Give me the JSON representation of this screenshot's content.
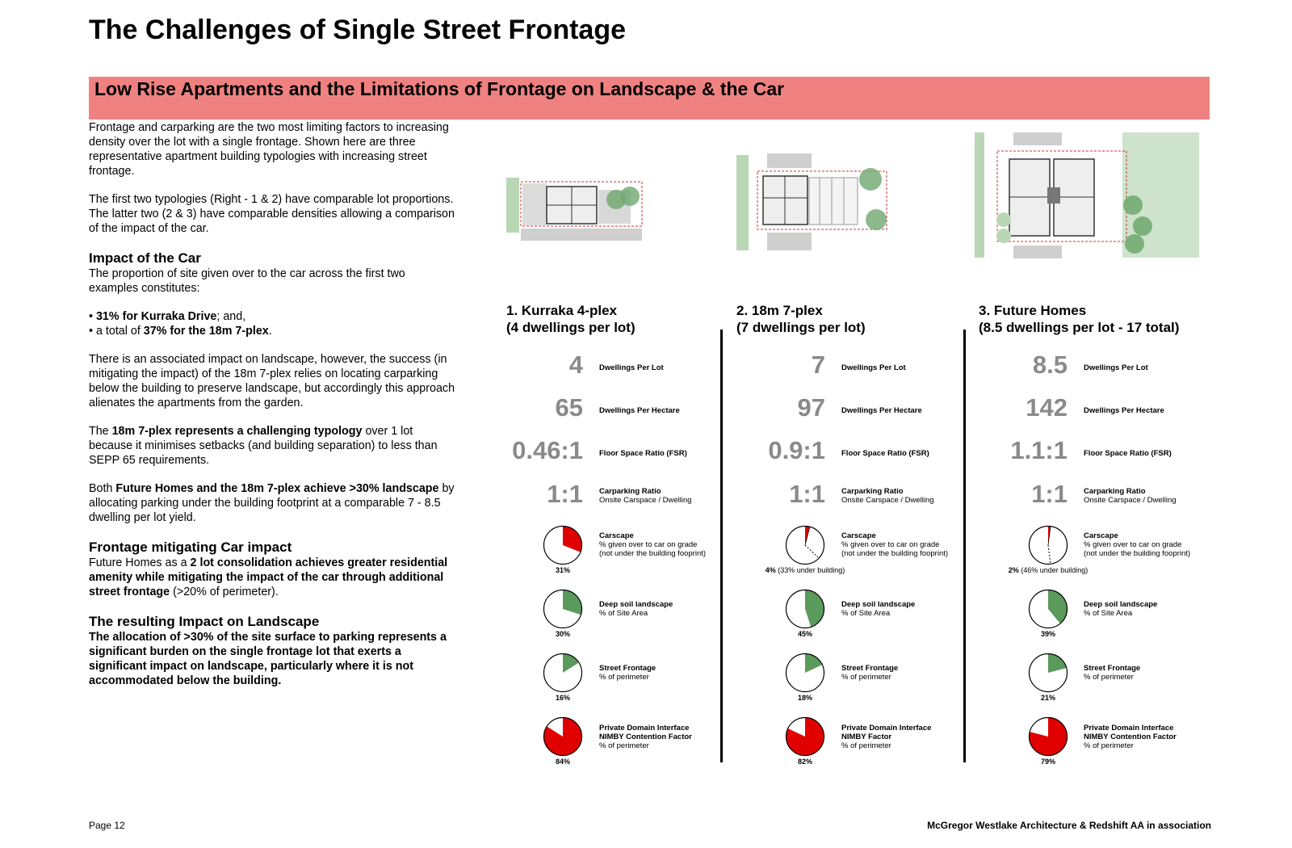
{
  "header": {
    "title": "The Challenges of Single Street Frontage",
    "banner": "Low Rise Apartments and the Limitations of Frontage on Landscape & the Car"
  },
  "left_text": {
    "p1": "Frontage and carparking are the two most limiting factors to increasing density over the lot with a single frontage. Shown here are three representative apartment building typologies with increasing street frontage.",
    "p2": "The first two typologies (Right - 1 & 2) have comparable lot proportions. The latter two (2 & 3) have comparable densities allowing a comparison of the impact of the car.",
    "h_car": "Impact of the Car",
    "p3": "The proportion of site given over to the car across the first two examples constitutes:",
    "b1_pre": "• ",
    "b1_bold": "31% for Kurraka Drive",
    "b1_post": "; and,",
    "b2_pre": "• a total of ",
    "b2_bold": "37% for the 18m 7-plex",
    "b2_post": ".",
    "p4": "There is an associated impact on landscape, however, the success (in mitigating the impact) of the 18m 7-plex relies on locating carparking below the building to preserve landscape, but accordingly this approach alienates the apartments from the garden.",
    "p5_pre": "The ",
    "p5_bold": "18m 7-plex represents a challenging typology",
    "p5_post": " over 1 lot because it minimises setbacks (and building separation) to less than SEPP 65 requirements.",
    "p6_pre": "Both ",
    "p6_bold": "Future Homes and the 18m 7-plex achieve >30% landscape",
    "p6_post": " by allocating parking under the building footprint at a comparable 7 - 8.5 dwelling per lot yield.",
    "h_frontage": "Frontage mitigating Car impact",
    "p7_pre": "Future Homes as a ",
    "p7_bold": "2 lot consolidation achieves greater residential amenity while mitigating the impact of the car through additional street frontage",
    "p7_post": " (>20% of perimeter).",
    "h_landscape": "The resulting Impact on Landscape",
    "p8": "The allocation of >30% of the site surface to parking represents a significant burden on the single frontage lot that exerts a significant impact on landscape, particularly where it is not accommodated below the building."
  },
  "labels": {
    "dwellings_lot": "Dwellings Per Lot",
    "dwellings_ha": "Dwellings Per Hectare",
    "fsr": "Floor Space Ratio (FSR)",
    "carparking": "Carparking Ratio",
    "carparking_sub": "Onsite Carspace / Dwelling",
    "carscape": "Carscape",
    "carscape_sub1": "% given over to car on grade",
    "carscape_sub2": "(not under the building fooprint)",
    "deepsoil": "Deep soil landscape",
    "deepsoil_sub": "% of Site Area",
    "frontage": "Street Frontage",
    "frontage_sub": "% of perimeter",
    "pdi": "Private Domain Interface",
    "nimby_contention": "NIMBY Contention Factor",
    "nimby_factor": "NIMBY Factor",
    "pdi_sub": "% of perimeter"
  },
  "columns": [
    {
      "title": "1. Kurraka 4-plex",
      "subtitle": "(4 dwellings per lot)",
      "dwellings_lot": "4",
      "dwellings_ha": "65",
      "fsr": "0.46:1",
      "carparking": "1:1",
      "carscape_pct": "31%",
      "carscape_note": "",
      "deepsoil_pct": "30%",
      "frontage_pct": "16%",
      "pdi_pct": "84%"
    },
    {
      "title": "2. 18m 7-plex",
      "subtitle": "(7 dwellings per lot)",
      "dwellings_lot": "7",
      "dwellings_ha": "97",
      "fsr": "0.9:1",
      "carparking": "1:1",
      "carscape_pct": "4%",
      "carscape_note": " (33% under building)",
      "deepsoil_pct": "45%",
      "frontage_pct": "18%",
      "pdi_pct": "82%"
    },
    {
      "title": "3. Future Homes",
      "subtitle": "(8.5 dwellings per lot - 17 total)",
      "dwellings_lot": "8.5",
      "dwellings_ha": "142",
      "fsr": "1.1:1",
      "carparking": "1:1",
      "carscape_pct": "2%",
      "carscape_note": " (46% under building)",
      "deepsoil_pct": "39%",
      "frontage_pct": "21%",
      "pdi_pct": "79%"
    }
  ],
  "pie_values": [
    {
      "carscape": 31,
      "carscape_under": 0,
      "deepsoil": 30,
      "frontage": 16,
      "pdi": 84
    },
    {
      "carscape": 4,
      "carscape_under": 33,
      "deepsoil": 45,
      "frontage": 18,
      "pdi": 82
    },
    {
      "carscape": 2,
      "carscape_under": 46,
      "deepsoil": 39,
      "frontage": 21,
      "pdi": 79
    }
  ],
  "colors": {
    "banner": "#ef8280",
    "red": "#e00000",
    "green": "#5a9a5a",
    "value_grey": "#8a8a8a"
  },
  "footer": {
    "page": "Page 12",
    "credit": "McGregor Westlake Architecture & Redshift AA in association"
  }
}
